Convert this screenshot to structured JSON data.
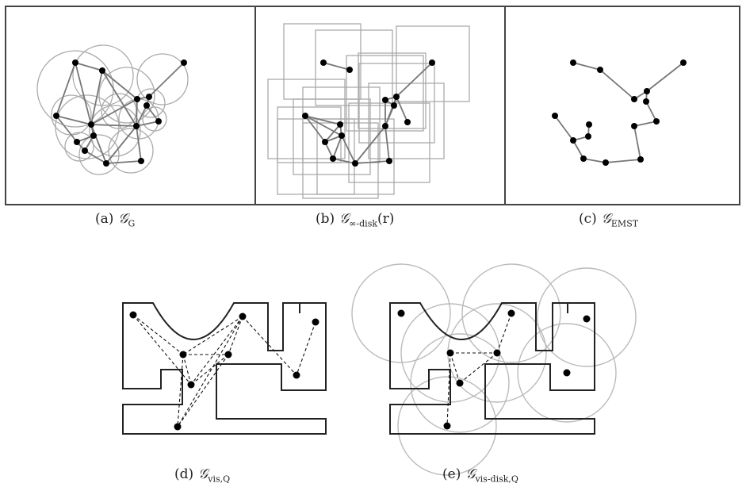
{
  "captions": {
    "a": {
      "label": "(a)",
      "symbol": "𝒢",
      "sub": "G",
      "suffix": ""
    },
    "b": {
      "label": "(b)",
      "symbol": "𝒢",
      "sub": "∞-disk",
      "suffix": "(r)"
    },
    "c": {
      "label": "(c)",
      "symbol": "𝒢",
      "sub": "EMST",
      "suffix": ""
    },
    "d": {
      "label": "(d)",
      "symbol": "𝒢",
      "sub": "vis,Q",
      "suffix": ""
    },
    "e": {
      "label": "(e)",
      "symbol": "𝒢",
      "sub": "vis-disk,Q",
      "suffix": ""
    }
  },
  "colors": {
    "node": "#000000",
    "edge": "#777777",
    "range": "#aaaaaa",
    "frame": "#444444",
    "wall": "#222222",
    "dashed": "#111111"
  }
}
